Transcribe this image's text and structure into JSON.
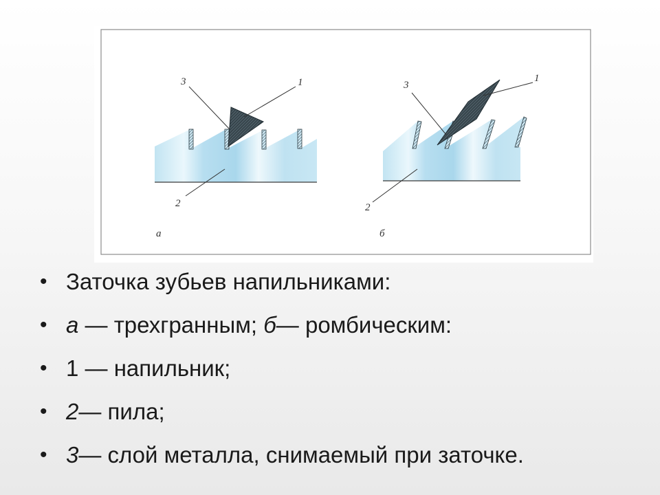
{
  "figure": {
    "panel_a": {
      "label": "а",
      "callouts": [
        "1",
        "2",
        "3"
      ]
    },
    "panel_b": {
      "label": "б",
      "callouts": [
        "1",
        "2",
        "3"
      ]
    }
  },
  "bullets": [
    {
      "text": "Заточка зубьев напильниками:"
    },
    {
      "a_label": "а",
      "a_text": " — трехгранным; ",
      "b_label": "б",
      "b_text": "— ромбическим:"
    },
    {
      "text": "1 — напильник;"
    },
    {
      "num": "2",
      "text": "— пила;"
    },
    {
      "num": "3",
      "text": "— слой металла, снимаемый при заточке."
    }
  ],
  "colors": {
    "saw_blue": "#bfe3f1",
    "saw_light": "#e9f6fb",
    "file_dark": "#3c4b52",
    "frame": "#8c8c8c"
  }
}
